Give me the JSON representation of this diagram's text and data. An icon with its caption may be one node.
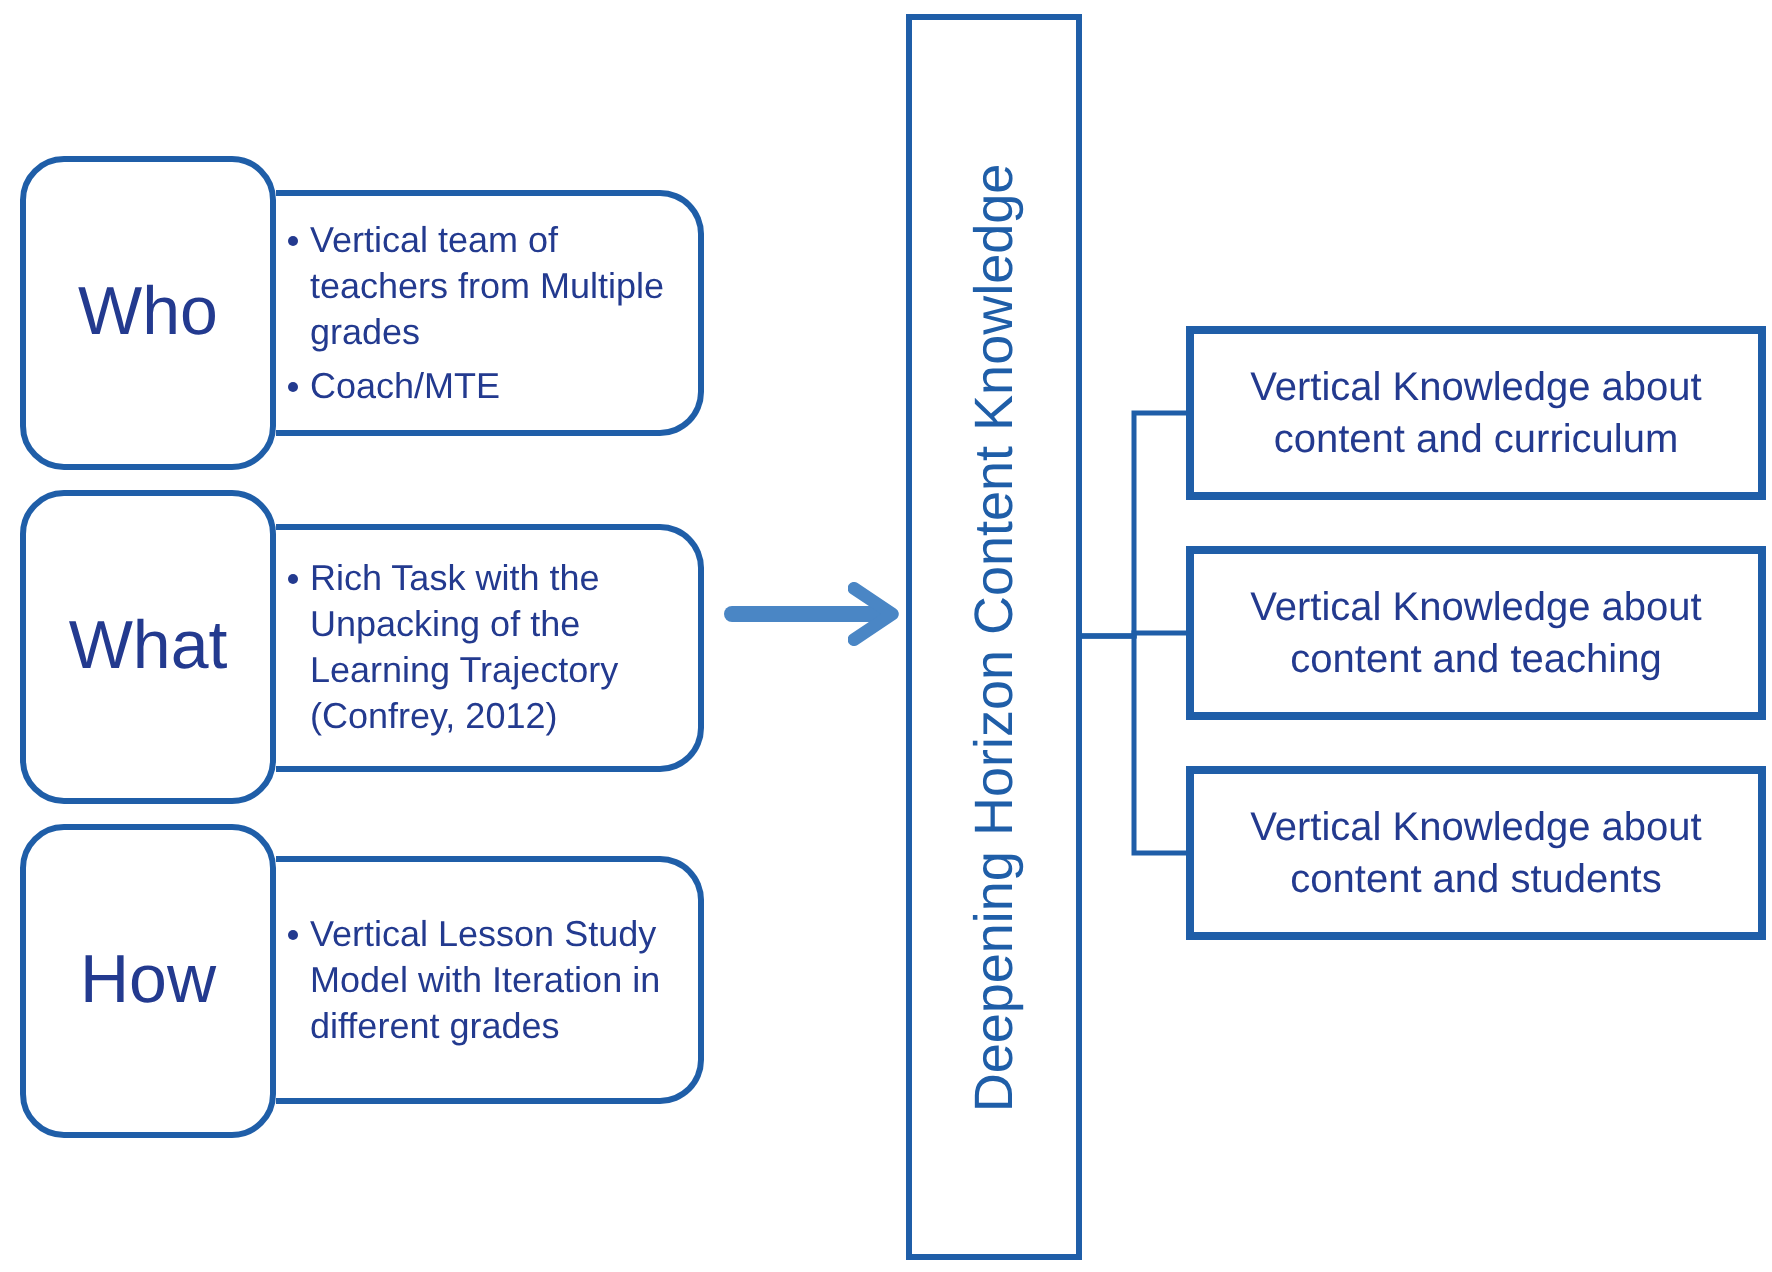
{
  "diagram": {
    "nodes": [
      {
        "text": [
          "Who"
        ]
      },
      {
        "text": [
          "Vertical team of teachers from Multiple grades",
          "Coach/MTE"
        ]
      },
      {
        "text": [
          "What"
        ]
      },
      {
        "text": [
          "Rich Task with the Unpacking of the Learning Trajectory (Confrey, 2012)"
        ]
      },
      {
        "text": [
          "How"
        ]
      },
      {
        "text": [
          "Vertical Lesson Study Model with Iteration in different grades"
        ]
      },
      {
        "text": [
          "Deepening Horizon Content Knowledge"
        ]
      },
      {
        "text": [
          "Vertical Knowledge about content and curriculum"
        ]
      },
      {
        "text": [
          "Vertical Knowledge about content and teaching"
        ]
      },
      {
        "text": [
          "Vertical Knowledge about content and students"
        ]
      }
    ],
    "edges": [
      {
        "from": 3,
        "to": 6,
        "arrow": "to",
        "style": "thick",
        "color": "#4a86c5"
      },
      {
        "from": 6,
        "to": 7,
        "arrow": "none"
      },
      {
        "from": 6,
        "to": 8,
        "arrow": "none"
      },
      {
        "from": 6,
        "to": 9,
        "arrow": "none"
      }
    ]
  }
}
